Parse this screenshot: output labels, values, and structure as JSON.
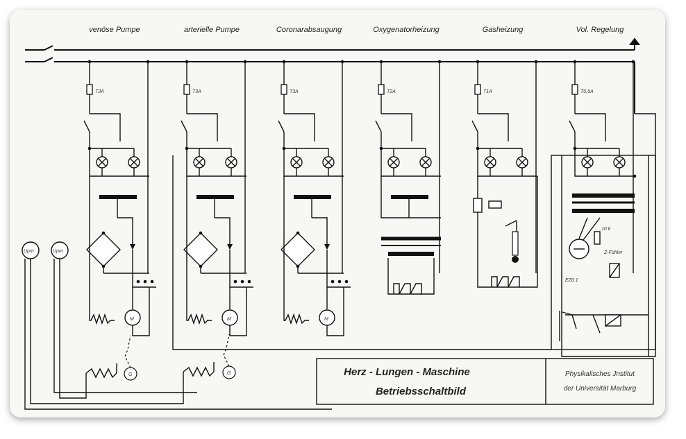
{
  "sections": [
    {
      "label": "venöse Pumpe",
      "fuse": "T3A"
    },
    {
      "label": "arterielle Pumpe",
      "fuse": "T3A"
    },
    {
      "label": "Coronarabsaugung",
      "fuse": "T3A"
    },
    {
      "label": "Oxygenatorheizung",
      "fuse": "T2A"
    },
    {
      "label": "Gasheizung",
      "fuse": "T1A"
    },
    {
      "label": "Vol. Regelung",
      "fuse": "T0,5A"
    }
  ],
  "motor_symbol": "M",
  "gauge_symbol": "G",
  "meter_label": "Upm",
  "title_block": {
    "title": "Herz - Lungen - Maschine",
    "subtitle": "Betriebsschaltbild",
    "institute_line1": "Physikalisches Jnstitut",
    "institute_line2": "der Universität Marburg"
  },
  "regulation_labels": {
    "tube": "EZ0 1",
    "feeler": "Z-Fühler",
    "resistor": "10 k"
  },
  "colors": {
    "line": "#111111",
    "paper": "#f7f7f5"
  }
}
